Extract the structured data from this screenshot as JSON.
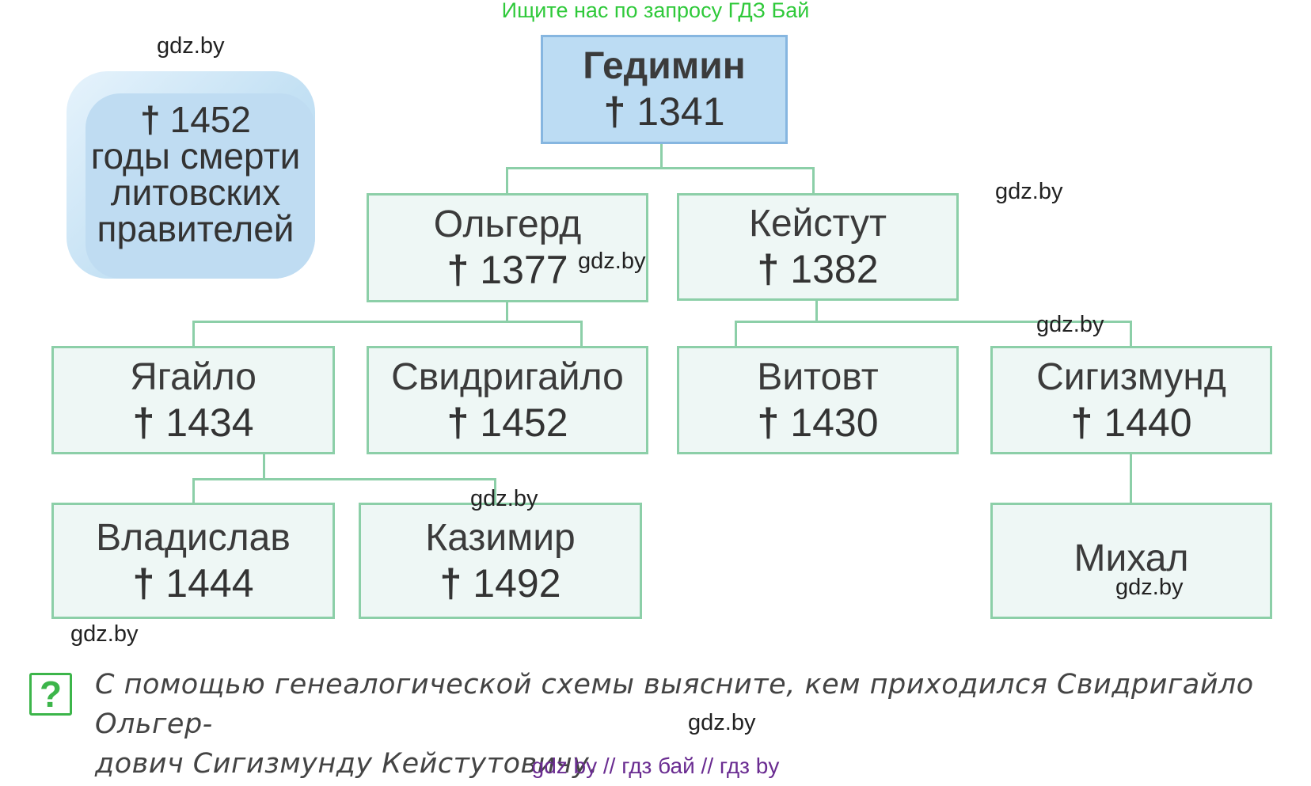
{
  "top_banner": "Ищите нас по запросу ГДЗ Бай",
  "watermark": "gdz.by",
  "legend": {
    "year": "1452",
    "line1": "годы смерти",
    "line2": "литовских",
    "line3": "правителей"
  },
  "cross_symbol": "†",
  "nodes": {
    "gediminas": {
      "name": "Гедимин",
      "year": "1341"
    },
    "olgerd": {
      "name": "Ольгерд",
      "year": "1377"
    },
    "keistut": {
      "name": "Кейстут",
      "year": "1382"
    },
    "jagailo": {
      "name": "Ягайло",
      "year": "1434"
    },
    "svidrigailo": {
      "name": "Свидригайло",
      "year": "1452"
    },
    "vitovt": {
      "name": "Витовт",
      "year": "1430"
    },
    "sigismund": {
      "name": "Сигизмунд",
      "year": "1440"
    },
    "vladislav": {
      "name": "Владислав",
      "year": "1444"
    },
    "kazimir": {
      "name": "Казимир",
      "year": "1492"
    },
    "mikhal": {
      "name": "Михал"
    }
  },
  "question": {
    "icon_char": "?",
    "line1": "С помощью генеалогической схемы выясните, кем приходился Свидригайло Ольгер-",
    "line2": "дович Сигизмунду Кейстутовичу."
  },
  "footer": "gdz by  //  гдз бай  //  гдз by",
  "colors": {
    "box_border": "#8ccfa8",
    "box_fill": "#eef7f5",
    "root_fill": "#bcdcf3",
    "root_border": "#86b6e0",
    "banner_green": "#2fc93a",
    "footer_purple": "#6a2c91",
    "question_green": "#3cb54a"
  }
}
